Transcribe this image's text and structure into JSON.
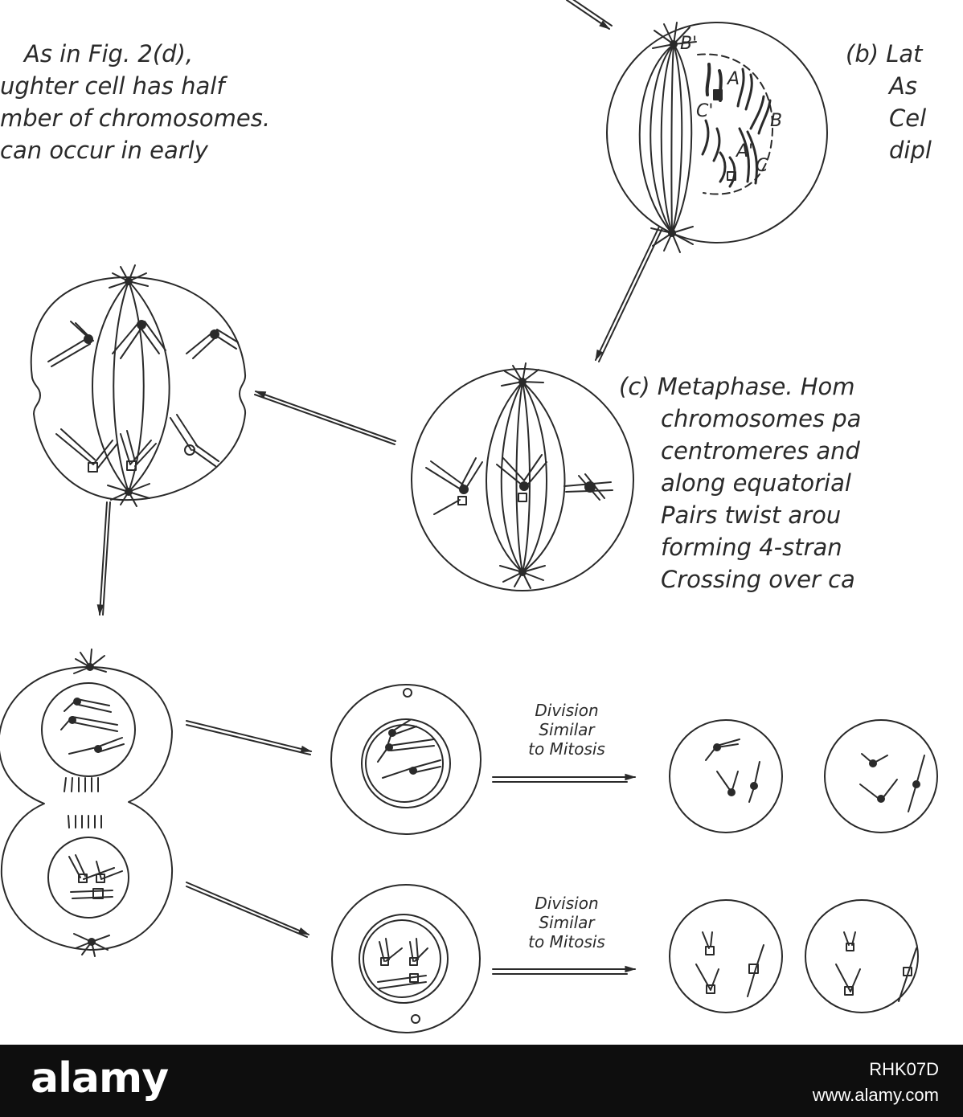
{
  "left_caption": {
    "lines": [
      "As in Fig. 2(d),",
      "ughter cell has half",
      "mber of chromosomes.",
      "can occur in early"
    ]
  },
  "stage_b": {
    "lines": [
      "(b) Lat",
      "As",
      "Cel",
      "dipl"
    ],
    "chromosome_labels": {
      "b_prime": "B'",
      "a": "A",
      "b": "B",
      "c_prime": "C'",
      "a_prime": "A'",
      "c": "C"
    }
  },
  "stage_c": {
    "lines": [
      "(c) Metaphase. Hom",
      "chromosomes pa",
      "centromeres and",
      "along equatorial",
      "Pairs twist arou",
      "forming 4-stran",
      "Crossing over ca"
    ]
  },
  "division_top": {
    "lines": [
      "Division",
      "Similar",
      "to Mitosis"
    ]
  },
  "division_bottom": {
    "lines": [
      "Division",
      "Similar",
      "to Mitosis"
    ]
  },
  "footer": {
    "logo": "alamy",
    "image_id": "RHK07D",
    "site": "www.alamy.com"
  },
  "colors": {
    "ink": "#2a2a2a",
    "footer_bg": "#0e0e0e",
    "footer_text": "#ffffff"
  }
}
